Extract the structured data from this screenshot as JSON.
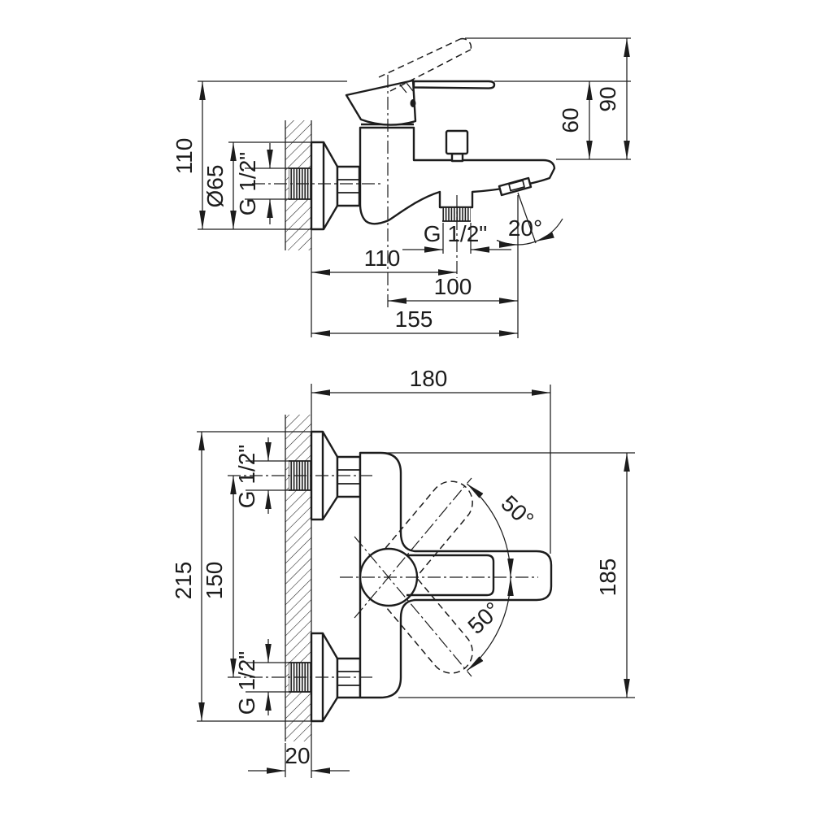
{
  "drawing": {
    "type": "technical-dimension-drawing",
    "subject": "wall-mounted bath mixer faucet, two orthographic views",
    "colors": {
      "line": "#1c1c1c",
      "background": "#ffffff"
    },
    "side_view": {
      "dimensions": {
        "overall_height": "110",
        "flange_diameter": "Ø65",
        "wall_thread": "G 1/2\"",
        "handle_height": "90",
        "body_height": "60",
        "spout_angle": "20°",
        "shower_thread": "G 1/2\"",
        "wall_to_shower": "110",
        "center_to_spout": "100",
        "wall_to_spout_end": "155"
      }
    },
    "front_view": {
      "dimensions": {
        "total_width": "180",
        "upper_thread": "G 1/2\"",
        "overall_height": "215",
        "pipe_spacing": "150",
        "lower_thread": "G 1/2\"",
        "swing_up": "50°",
        "swing_down": "50°",
        "body_height": "185",
        "wall_thickness": "20"
      }
    }
  }
}
